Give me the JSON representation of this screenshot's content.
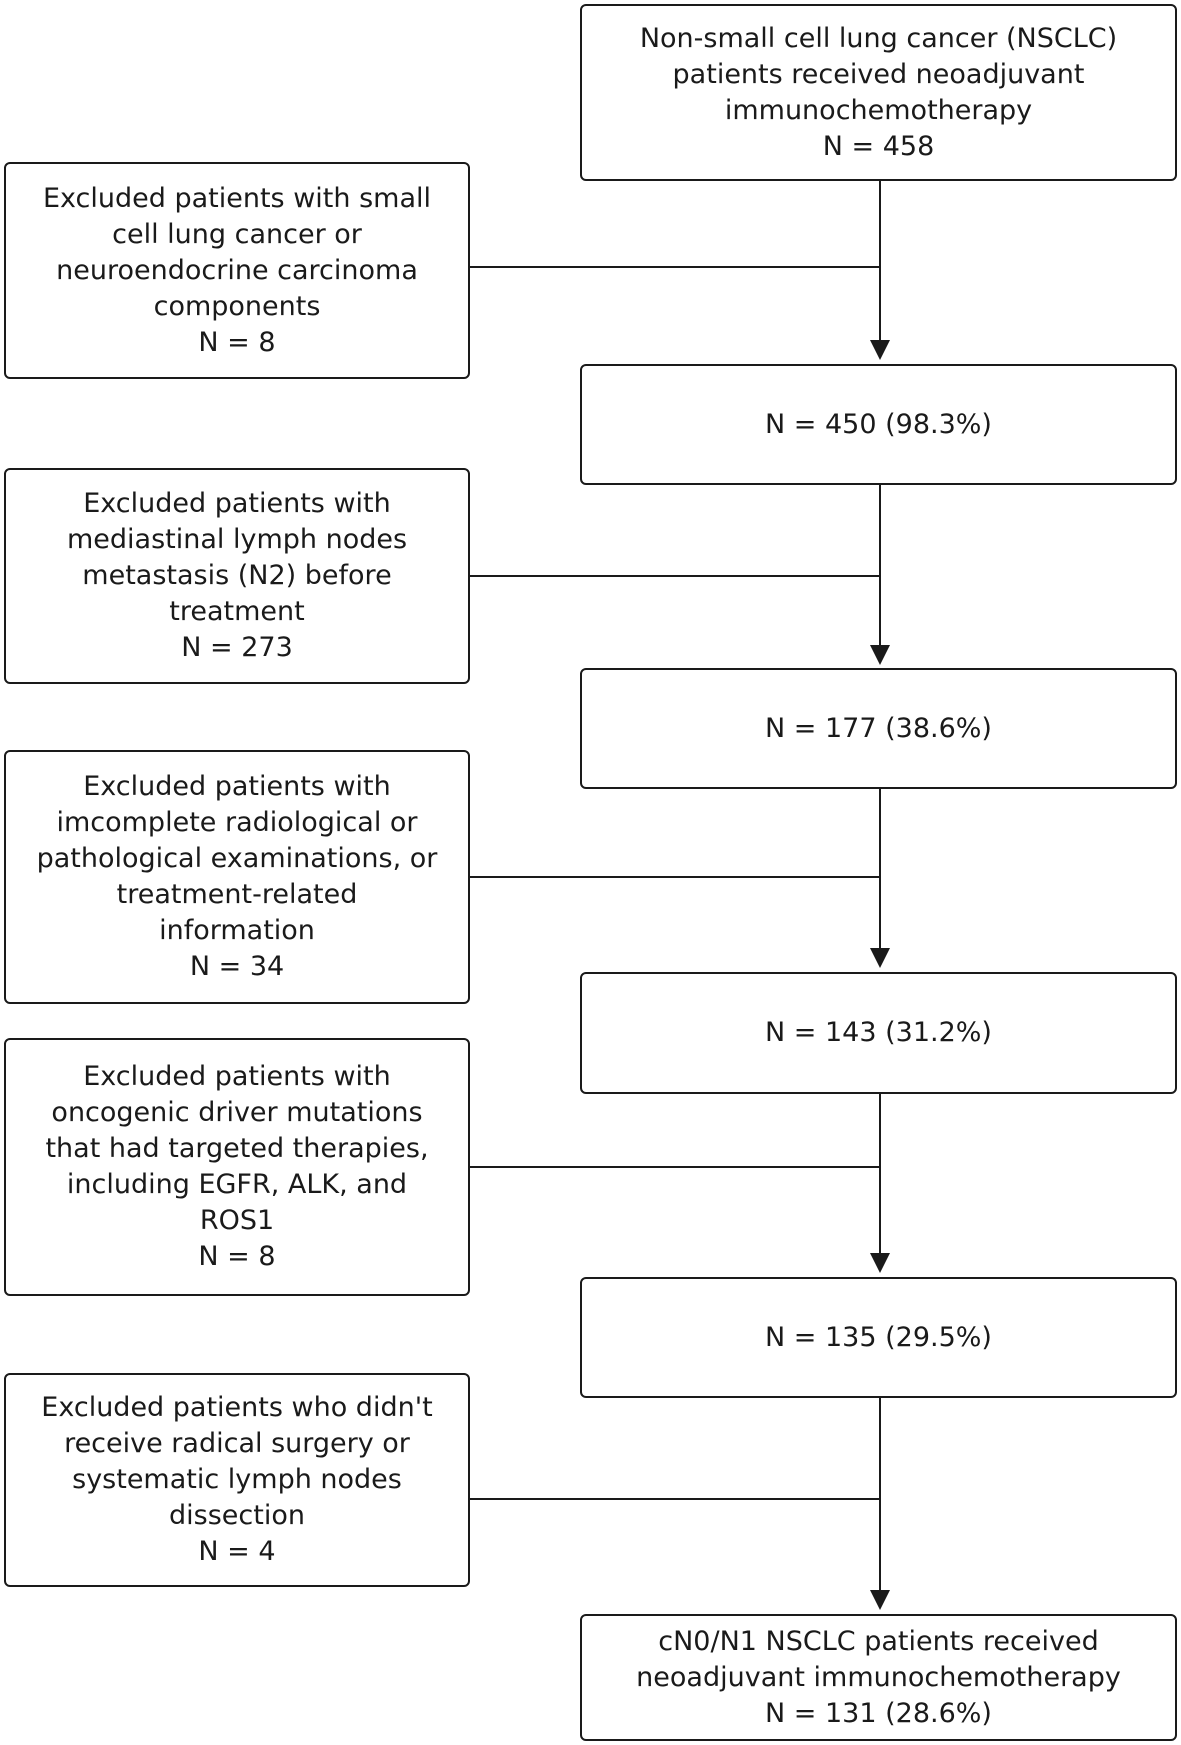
{
  "main_boxes": [
    {
      "lines": [
        "Non-small cell lung cancer (NSCLC)",
        "patients received neoadjuvant",
        "immunochemotherapy",
        "N = 458"
      ]
    },
    {
      "lines": [
        "N = 450 (98.3%)"
      ]
    },
    {
      "lines": [
        "N = 177 (38.6%)"
      ]
    },
    {
      "lines": [
        "N = 143 (31.2%)"
      ]
    },
    {
      "lines": [
        "N = 135 (29.5%)"
      ]
    },
    {
      "lines": [
        "cN0/N1 NSCLC patients received",
        "neoadjuvant immunochemotherapy",
        "N = 131 (28.6%)"
      ]
    }
  ],
  "exclusion_boxes": [
    {
      "lines": [
        "Excluded patients with small",
        "cell lung cancer or",
        "neuroendocrine carcinoma",
        "components",
        "N = 8"
      ]
    },
    {
      "lines": [
        "Excluded patients with",
        "mediastinal lymph nodes",
        "metastasis (N2) before",
        "treatment",
        "N = 273"
      ]
    },
    {
      "lines": [
        "Excluded patients with",
        "imcomplete radiological or",
        "pathological examinations, or",
        "treatment-related",
        "information",
        "N = 34"
      ]
    },
    {
      "lines": [
        "Excluded patients with",
        "oncogenic driver mutations",
        "that had targeted therapies,",
        "including EGFR, ALK, and",
        "ROS1",
        "N = 8"
      ]
    },
    {
      "lines": [
        "Excluded patients who didn't",
        "receive radical surgery or",
        "systematic lymph nodes",
        "dissection",
        "N = 4"
      ]
    }
  ]
}
